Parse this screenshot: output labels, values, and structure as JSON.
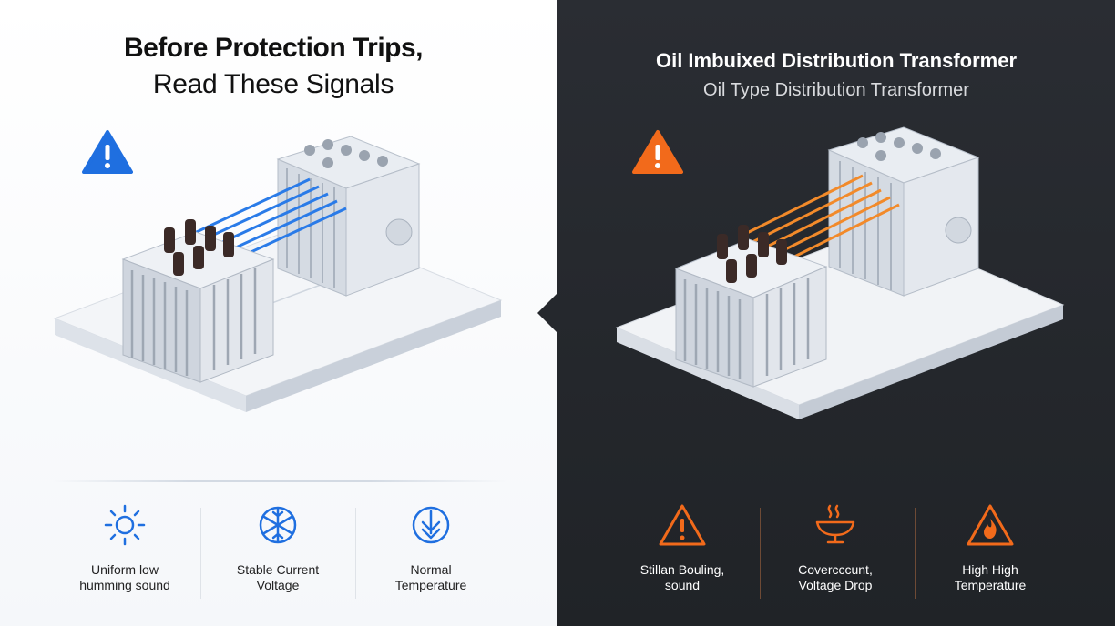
{
  "left": {
    "title_line1": "Before Protection Trips,",
    "title_line2": "Read These Signals",
    "accent_color": "#1f6fe0",
    "signals": [
      {
        "icon": "sun-icon",
        "line1": "Uniform low",
        "line2": "humming sound"
      },
      {
        "icon": "snowflake-icon",
        "line1": "Stable Current",
        "line2": "Voltage"
      },
      {
        "icon": "thermometer-down-icon",
        "line1": "Normal",
        "line2": "Temperature"
      }
    ]
  },
  "right": {
    "title_line1": "Oil Imbuixed Distribution Transformer",
    "title_line2": "Oil Type Distribution Transformer",
    "accent_color": "#f26a1b",
    "signals": [
      {
        "icon": "warning-triangle-icon",
        "line1": "Stillan Bouling,",
        "line2": "sound"
      },
      {
        "icon": "boiling-pot-icon",
        "line1": "Covercccunt,",
        "line2": "Voltage Drop"
      },
      {
        "icon": "fire-warning-icon",
        "line1": "High High",
        "line2": "Temperature"
      }
    ]
  }
}
